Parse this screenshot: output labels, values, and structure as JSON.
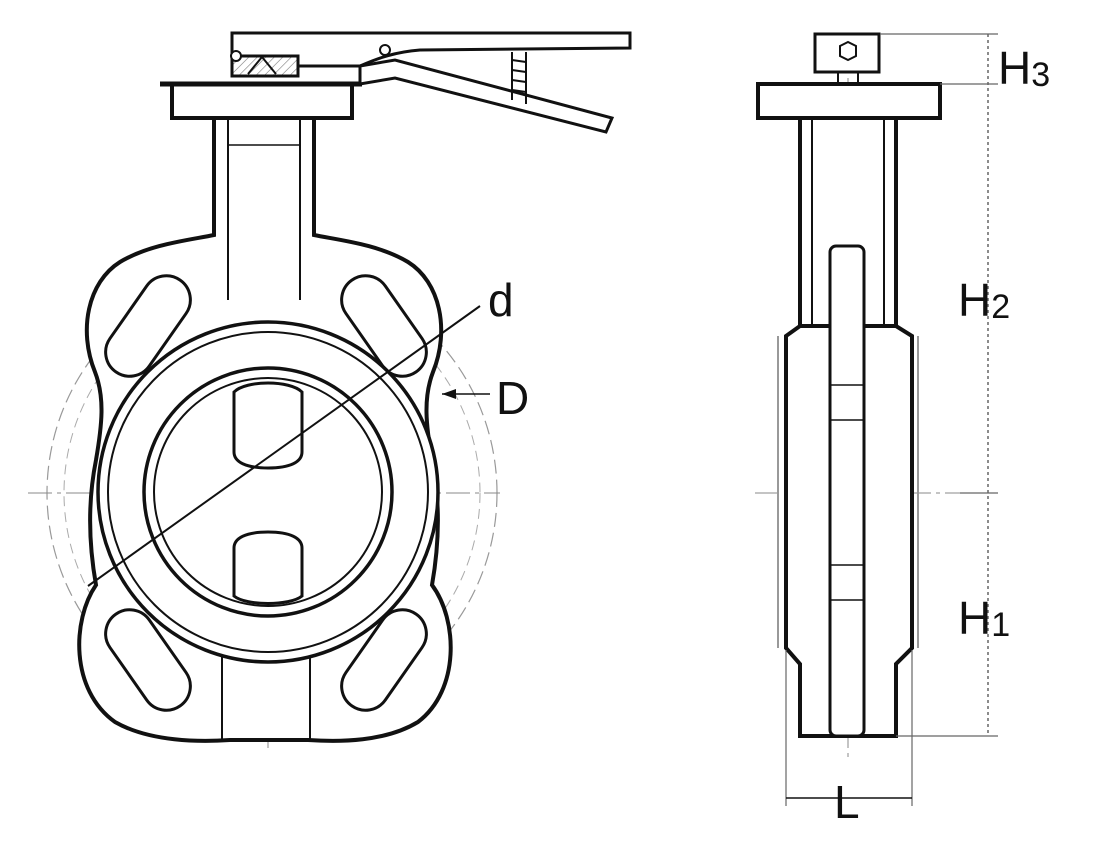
{
  "labels": {
    "d": "d",
    "D": "D",
    "H3_main": "H",
    "H3_sub": "3",
    "H2_main": "H",
    "H2_sub": "2",
    "H1_main": "H",
    "H1_sub": "1",
    "L": "L"
  },
  "colors": {
    "line": "#111111",
    "thin": "#555555",
    "hatch": "#888888",
    "background": "#ffffff"
  },
  "icons": [
    "hex-nut-icon",
    "lever-handle-icon"
  ]
}
